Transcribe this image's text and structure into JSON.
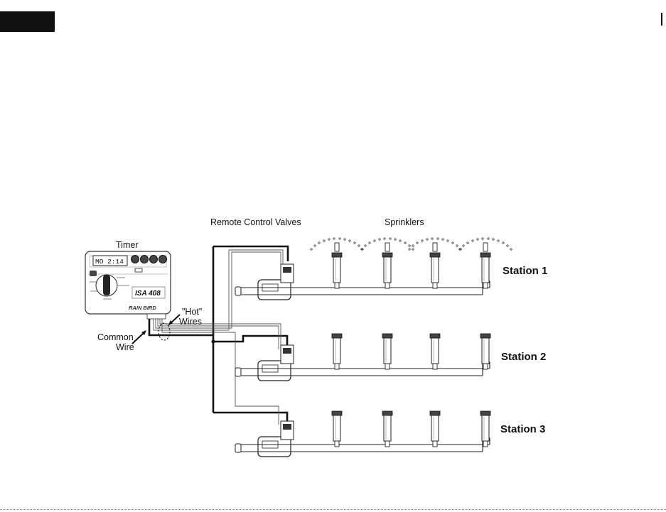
{
  "labels": {
    "remote_control_valves": "Remote Control Valves",
    "sprinklers": "Sprinklers",
    "timer": "Timer",
    "hot_wires_line1": "\"Hot\"",
    "hot_wires_line2": "Wires",
    "common_wire_line1": "Common",
    "common_wire_line2": "Wire"
  },
  "stations": [
    {
      "label": "Station 1"
    },
    {
      "label": "Station 2"
    },
    {
      "label": "Station 3"
    }
  ],
  "timer_device": {
    "display": "MO 2:14",
    "model": "ISA 408",
    "brand": "RAIN BIRD"
  }
}
